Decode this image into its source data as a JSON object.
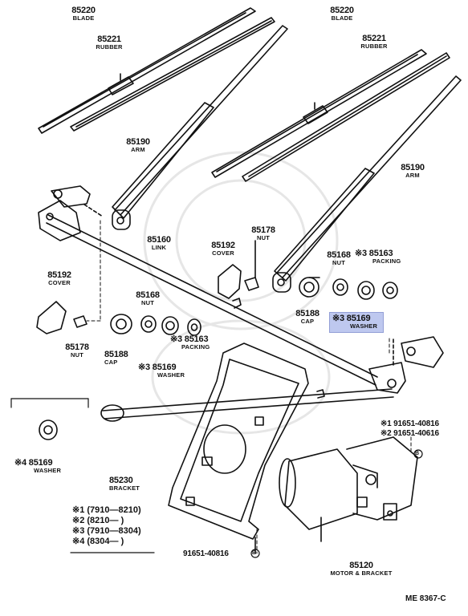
{
  "labels": {
    "blade_left": {
      "num": "85220",
      "desc": "BLADE"
    },
    "rubber_left": {
      "num": "85221",
      "desc": "RUBBER"
    },
    "blade_right": {
      "num": "85220",
      "desc": "BLADE"
    },
    "rubber_right": {
      "num": "85221",
      "desc": "RUBBER"
    },
    "arm_left": {
      "num": "85190",
      "desc": "ARM"
    },
    "arm_right": {
      "num": "85190",
      "desc": "ARM"
    },
    "link": {
      "num": "85160",
      "desc": "LINK"
    },
    "nut_center": {
      "num": "85178",
      "desc": "NUT"
    },
    "cover_center": {
      "num": "85192",
      "desc": "COVER"
    },
    "cover_left": {
      "num": "85192",
      "desc": "COVER"
    },
    "nut_right": {
      "num": "85168",
      "desc": "NUT"
    },
    "packing_right": {
      "num": "※3 85163",
      "desc": "PACKING"
    },
    "cap_right": {
      "num": "85188",
      "desc": "CAP"
    },
    "washer_right": {
      "num": "※3 85169",
      "desc": "WASHER"
    },
    "nut_left_small": {
      "num": "85178",
      "desc": "NUT"
    },
    "nut_left": {
      "num": "85168",
      "desc": "NUT"
    },
    "cap_left": {
      "num": "85188",
      "desc": "CAP"
    },
    "packing_left": {
      "num": "※3 85163",
      "desc": "PACKING"
    },
    "washer_left": {
      "num": "※3 85169",
      "desc": "WASHER"
    },
    "washer_4": {
      "num": "※4 85169",
      "desc": "WASHER"
    },
    "bracket": {
      "num": "85230",
      "desc": "BRACKET"
    },
    "bolt_1": "※1 91651-40816",
    "bolt_2": "※2 91651-40616",
    "bolt_marker": "B",
    "bolt_bottom": "91651-40816",
    "motor": {
      "num": "85120",
      "desc": "MOTOR & BRACKET"
    }
  },
  "legend": [
    "※1 (7910—8210)",
    "※2 (8210—      )",
    "※3 (7910—8304)",
    "※4 (8304—      )"
  ],
  "footer_code": "ME  8367-C",
  "highlight_color": "#a9b6ea"
}
